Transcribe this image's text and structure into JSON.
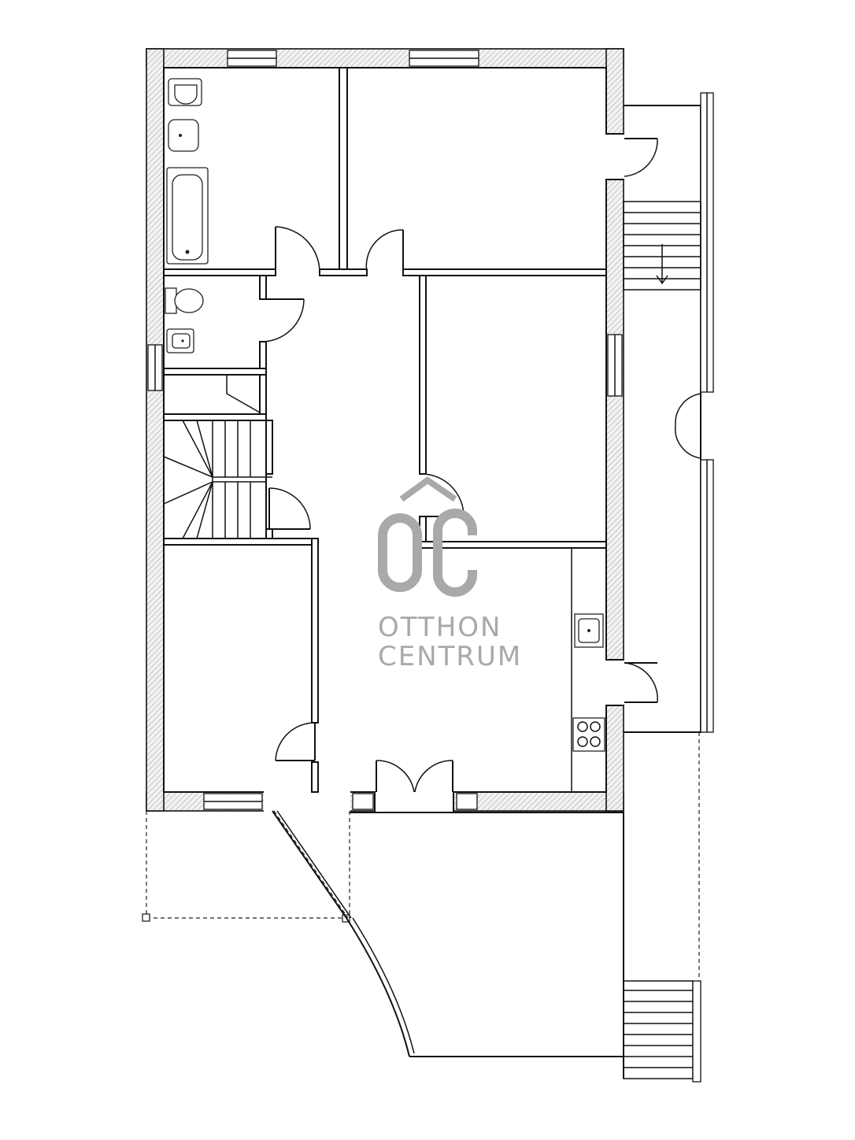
{
  "watermark": {
    "mark": "OC",
    "line1": "OTTHON",
    "line2": "CENTRUM",
    "color": "#a9a9a9"
  },
  "colors": {
    "line": "#111111",
    "background": "#ffffff"
  }
}
